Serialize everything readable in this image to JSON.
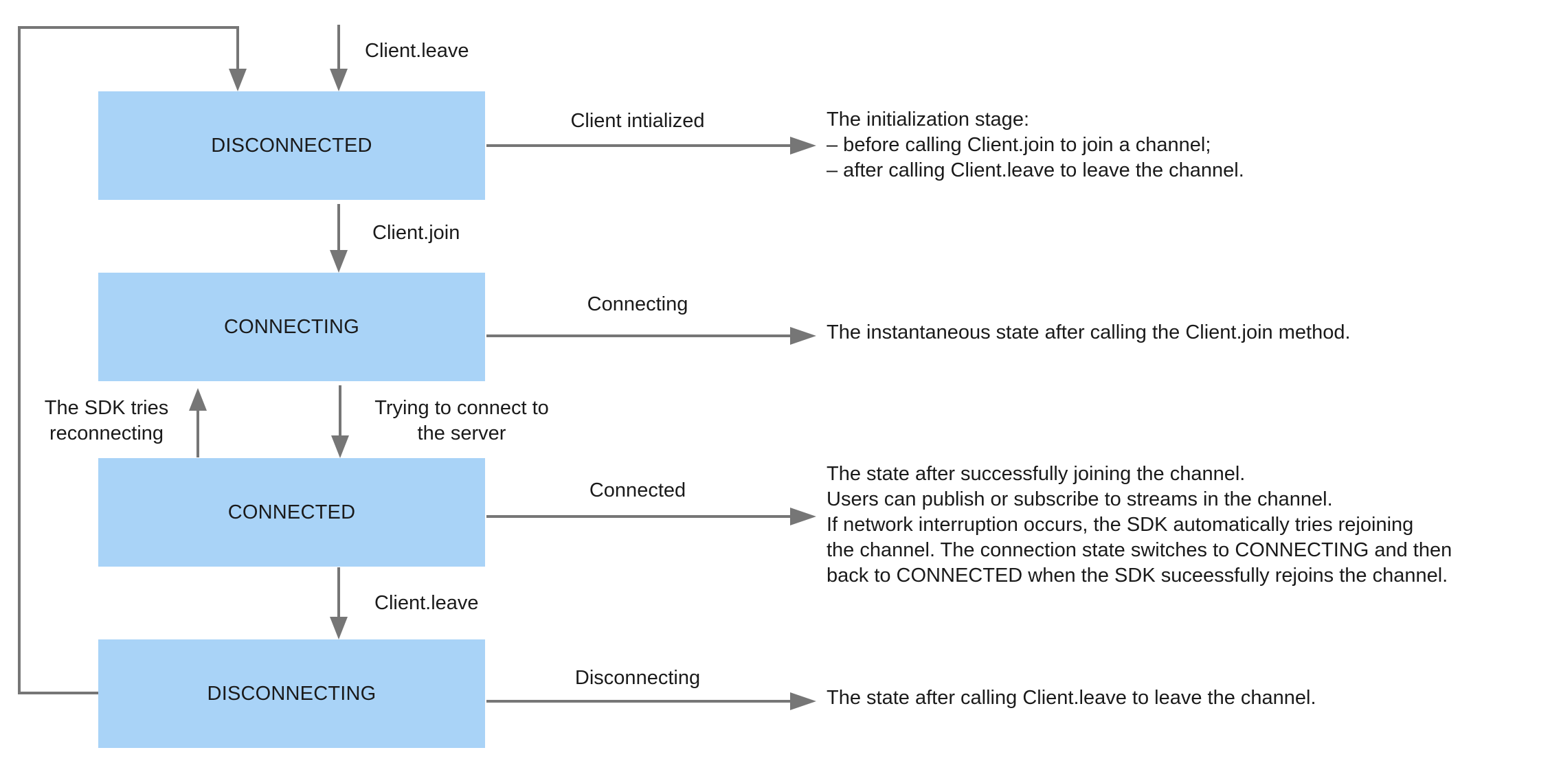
{
  "states": {
    "disconnected": "DISCONNECTED",
    "connecting": "CONNECTING",
    "connected": "CONNECTED",
    "disconnecting": "DISCONNECTING"
  },
  "transitions": {
    "top_leave": "Client.leave",
    "join": "Client.join",
    "trying_line1": "Trying to connect to",
    "trying_line2": "the server",
    "reconnect_line1": "The SDK tries",
    "reconnect_line2": "reconnecting",
    "bottom_leave": "Client.leave"
  },
  "side_labels": {
    "disconnected": "Client intialized",
    "connecting": "Connecting",
    "connected": "Connected",
    "disconnecting": "Disconnecting"
  },
  "descriptions": {
    "disconnected": [
      "The initialization stage:",
      "– before calling Client.join to join a channel;",
      "– after calling Client.leave to leave the channel."
    ],
    "connecting": [
      "The instantaneous state after calling the Client.join method."
    ],
    "connected": [
      "The state after successfully joining the channel.",
      "Users can publish or subscribe to streams in the channel.",
      "If network interruption occurs, the SDK automatically tries rejoining",
      "the channel. The connection state switches to CONNECTING and then",
      "back to CONNECTED when the SDK suceessfully rejoins the channel."
    ],
    "disconnecting": [
      "The state after calling Client.leave to leave the channel."
    ]
  },
  "colors": {
    "box_fill": "#a9d3f7",
    "arrow": "#767676",
    "text": "#1a1a1a"
  }
}
